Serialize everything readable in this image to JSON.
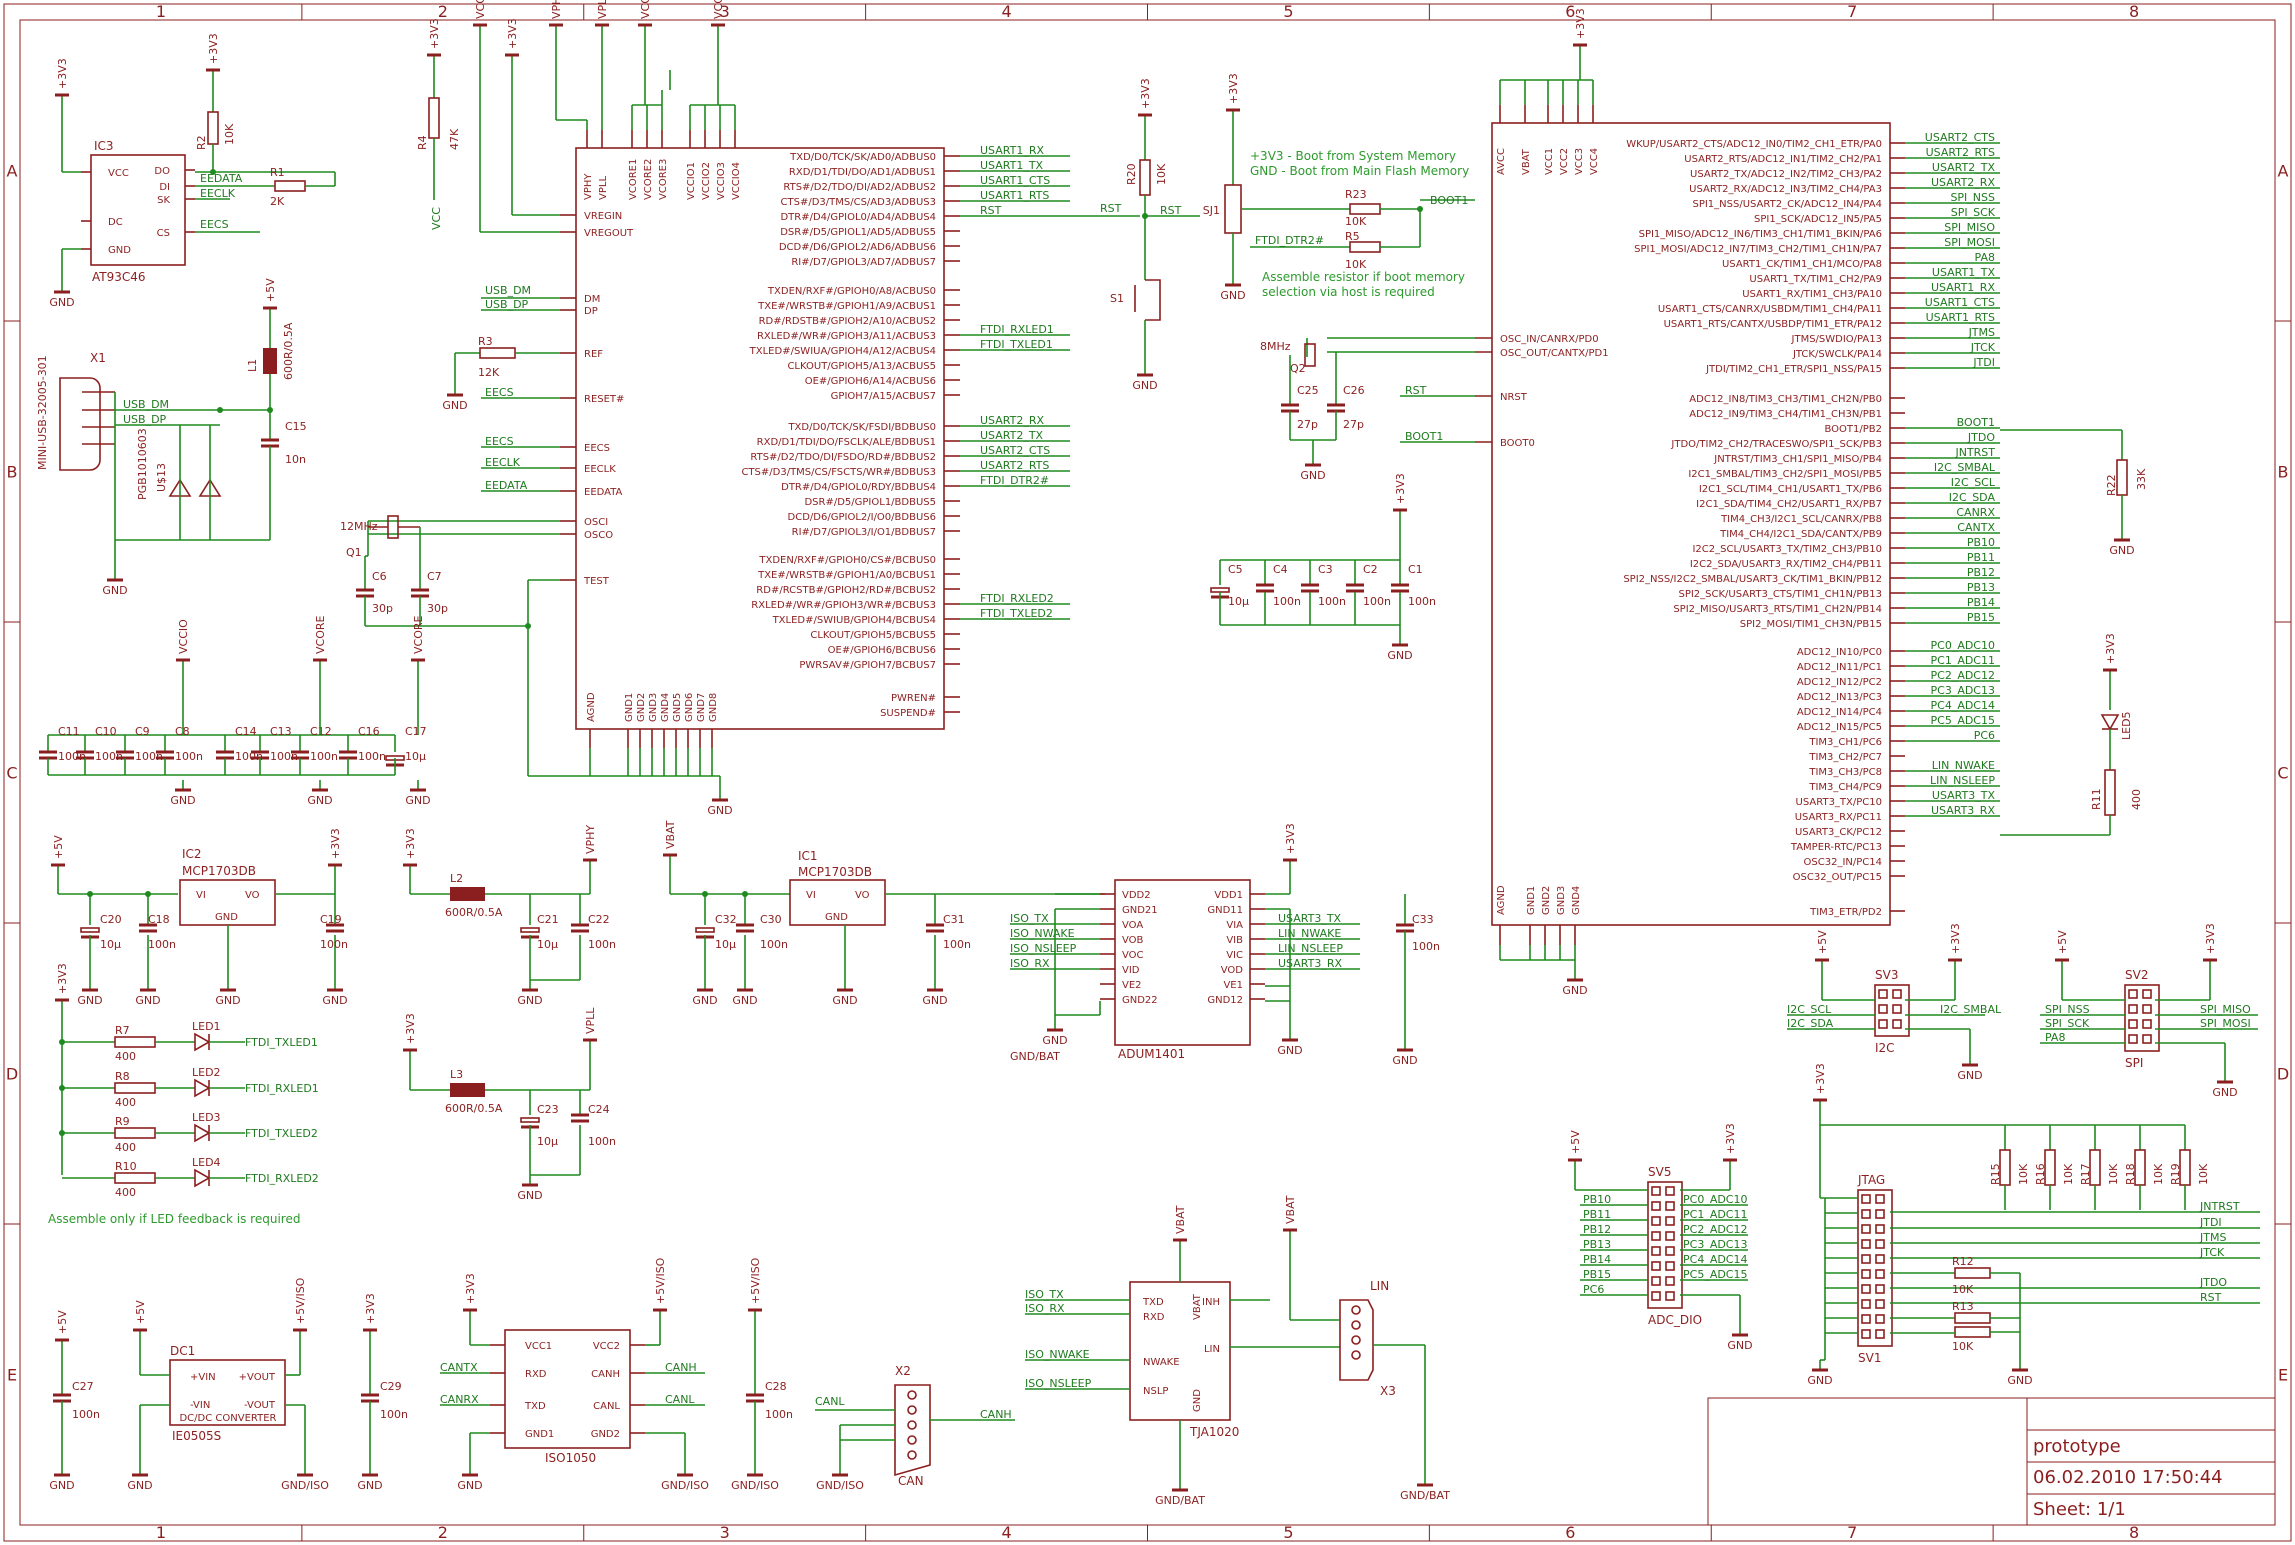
{
  "title_block": {
    "name": "prototype",
    "date": "06.02.2010 17:50:44",
    "sheet": "Sheet: 1/1"
  },
  "frame": {
    "columns": [
      "1",
      "2",
      "3",
      "4",
      "5",
      "6",
      "7",
      "8"
    ],
    "rows": [
      "A",
      "B",
      "C",
      "D",
      "E"
    ]
  },
  "notes": {
    "boot1": "+3V3 - Boot from System Memory",
    "boot2": "GND - Boot from Main Flash Memory",
    "assemble1": "Assemble resistor if boot memory",
    "assemble2": "selection via host is required",
    "led_note": "Assemble only if LED feedback is required"
  },
  "ic3": {
    "name": "IC3",
    "part": "AT93C46",
    "pins_left": [
      "VCC",
      "DC",
      "GND"
    ],
    "pins_right": [
      "DO",
      "DI",
      "SK",
      "CS"
    ],
    "nets": [
      "EEDATA",
      "EECLK",
      "EECS"
    ],
    "r2": "R2",
    "r2v": "10K",
    "r1": "R1",
    "r1v": "2K"
  },
  "usb": {
    "conn": "X1",
    "conn_type": "MINI-USB-32005-301",
    "nets": [
      "USB_DM",
      "USB_DP"
    ],
    "l1": "L1",
    "l1v": "600R/0.5A",
    "c15": "C15",
    "c15v": "10n",
    "tvs": "PGB1010603",
    "u": "U$13"
  },
  "ftdi": {
    "left_pins": [
      "VPHY",
      "VPLL",
      "VCORE1",
      "VCORE2",
      "VCORE3",
      "VCCIO1",
      "VCCIO2",
      "VCCIO3",
      "VCCIO4",
      "VREGIN",
      "VREGOUT",
      "DM",
      "DP",
      "REF",
      "RESET#",
      "EECS",
      "EECLK",
      "EEDATA",
      "OSCI",
      "OSCO",
      "TEST",
      "AGND",
      "GND1",
      "GND2",
      "GND3",
      "GND4",
      "GND5",
      "GND6",
      "GND7",
      "GND8"
    ],
    "right_pins": [
      "TXD/D0/TCK/SK/AD0/ADBUS0",
      "RXD/D1/TDI/DO/AD1/ADBUS1",
      "RTS#/D2/TDO/DI/AD2/ADBUS2",
      "CTS#/D3/TMS/CS/AD3/ADBUS3",
      "DTR#/D4/GPIOL0/AD4/ADBUS4",
      "DSR#/D5/GPIOL1/AD5/ADBUS5",
      "DCD#/D6/GPIOL2/AD6/ADBUS6",
      "RI#/D7/GPIOL3/AD7/ADBUS7",
      "TXDEN/RXF#/GPIOH0/A8/ACBUS0",
      "TXE#/WRSTB#/GPIOH1/A9/ACBUS1",
      "RD#/RDSTB#/GPIOH2/A10/ACBUS2",
      "RXLED#/WR#/GPIOH3/A11/ACBUS3",
      "TXLED#/SWIUA/GPIOH4/A12/ACBUS4",
      "CLKOUT/GPIOH5/A13/ACBUS5",
      "OE#/GPIOH6/A14/ACBUS6",
      "GPIOH7/A15/ACBUS7",
      "TXD/D0/TCK/SK/FSDI/BDBUS0",
      "RXD/D1/TDI/DO/FSCLK/ALE/BDBUS1",
      "RTS#/D2/TDO/DI/FSDO/RD#/BDBUS2",
      "CTS#/D3/TMS/CS/FSCTS/WR#/BDBUS3",
      "DTR#/D4/GPIOL0/RDY/BDBUS4",
      "DSR#/D5/GPIOL1/BDBUS5",
      "DCD/D6/GPIOL2/I/O0/BDBUS6",
      "RI#/D7/GPIOL3/I/O1/BDBUS7",
      "TXDEN/RXF#/GPIOH0/CS#/BCBUS0",
      "TXE#/WRSTB#/GPIOH1/A0/BCBUS1",
      "RD#/RCSTB#/GPIOH2/RD#/BCBUS2",
      "RXLED#/WR#/GPIOH3/WR#/BCBUS3",
      "TXLED#/SWIUB/GPIOH4/BCBUS4",
      "CLKOUT/GPIOH5/BCBUS5",
      "OE#/GPIOH6/BCBUS6",
      "PWRSAV#/GPIOH7/BCBUS7",
      "PWREN#",
      "SUSPEND#"
    ],
    "right_nets": [
      "USART1_RX",
      "USART1_TX",
      "USART1_CTS",
      "USART1_RTS",
      "RST",
      "",
      "",
      "",
      "",
      "",
      "",
      "FTDI_RXLED1",
      "FTDI_TXLED1",
      "",
      "",
      "",
      "USART2_RX",
      "USART2_TX",
      "USART2_CTS",
      "USART2_RTS",
      "FTDI_DTR2#",
      "",
      "",
      "",
      "",
      "",
      "",
      "FTDI_RXLED2",
      "FTDI_TXLED2",
      "",
      "",
      "",
      "",
      ""
    ],
    "r3": "R3",
    "r3v": "12K",
    "r4": "R4",
    "r4v": "47K",
    "q1": "Q1",
    "q1v": "12MHz",
    "c6": "C6",
    "c6v": "30p",
    "c7": "C7",
    "c7v": "30p"
  },
  "stm32": {
    "top_pins": [
      "AVCC",
      "VBAT",
      "VCC1",
      "VCC2",
      "VCC3",
      "VCC4"
    ],
    "left_pins": [
      "OSC_IN/CANRX/PD0",
      "OSC_OUT/CANTX/PD1",
      "NRST",
      "BOOT0"
    ],
    "right_pins": [
      "WKUP/USART2_CTS/ADC12_IN0/TIM2_CH1_ETR/PA0",
      "USART2_RTS/ADC12_IN1/TIM2_CH2/PA1",
      "USART2_TX/ADC12_IN2/TIM2_CH3/PA2",
      "USART2_RX/ADC12_IN3/TIM2_CH4/PA3",
      "SPI1_NSS/USART2_CK/ADC12_IN4/PA4",
      "SPI1_SCK/ADC12_IN5/PA5",
      "SPI1_MISO/ADC12_IN6/TIM3_CH1/TIM1_BKIN/PA6",
      "SPI1_MOSI/ADC12_IN7/TIM3_CH2/TIM1_CH1N/PA7",
      "USART1_CK/TIM1_CH1/MCO/PA8",
      "USART1_TX/TIM1_CH2/PA9",
      "USART1_RX/TIM1_CH3/PA10",
      "USART1_CTS/CANRX/USBDM/TIM1_CH4/PA11",
      "USART1_RTS/CANTX/USBDP/TIM1_ETR/PA12",
      "JTMS/SWDIO/PA13",
      "JTCK/SWCLK/PA14",
      "JTDI/TIM2_CH1_ETR/SPI1_NSS/PA15",
      "ADC12_IN8/TIM3_CH3/TIM1_CH2N/PB0",
      "ADC12_IN9/TIM3_CH4/TIM1_CH3N/PB1",
      "BOOT1/PB2",
      "JTDO/TIM2_CH2/TRACESWO/SPI1_SCK/PB3",
      "JNTRST/TIM3_CH1/SPI1_MISO/PB4",
      "I2C1_SMBAL/TIM3_CH2/SPI1_MOSI/PB5",
      "I2C1_SCL/TIM4_CH1/USART1_TX/PB6",
      "I2C1_SDA/TIM4_CH2/USART1_RX/PB7",
      "TIM4_CH3/I2C1_SCL/CANRX/PB8",
      "TIM4_CH4/I2C1_SDA/CANTX/PB9",
      "I2C2_SCL/USART3_TX/TIM2_CH3/PB10",
      "I2C2_SDA/USART3_RX/TIM2_CH4/PB11",
      "SPI2_NSS/I2C2_SMBAL/USART3_CK/TIM1_BKIN/PB12",
      "SPI2_SCK/USART3_CTS/TIM1_CH1N/PB13",
      "SPI2_MISO/USART3_RTS/TIM1_CH2N/PB14",
      "SPI2_MOSI/TIM1_CH3N/PB15",
      "ADC12_IN10/PC0",
      "ADC12_IN11/PC1",
      "ADC12_IN12/PC2",
      "ADC12_IN13/PC3",
      "ADC12_IN14/PC4",
      "ADC12_IN15/PC5",
      "TIM3_CH1/PC6",
      "TIM3_CH2/PC7",
      "TIM3_CH3/PC8",
      "TIM3_CH4/PC9",
      "USART3_TX/PC10",
      "USART3_RX/PC11",
      "USART3_CK/PC12",
      "TAMPER-RTC/PC13",
      "OSC32_IN/PC14",
      "OSC32_OUT/PC15",
      "TIM3_ETR/PD2"
    ],
    "right_nets": [
      "USART2_CTS",
      "USART2_RTS",
      "USART2_TX",
      "USART2_RX",
      "SPI_NSS",
      "SPI_SCK",
      "SPI_MISO",
      "SPI_MOSI",
      "PA8",
      "USART1_TX",
      "USART1_RX",
      "USART1_CTS",
      "USART1_RTS",
      "JTMS",
      "JTCK",
      "JTDI",
      "",
      "",
      "BOOT1",
      "JTDO",
      "JNTRST",
      "I2C_SMBAL",
      "I2C_SCL",
      "I2C_SDA",
      "CANRX",
      "CANTX",
      "PB10",
      "PB11",
      "PB12",
      "PB13",
      "PB14",
      "PB15",
      "PC0_ADC10",
      "PC1_ADC11",
      "PC2_ADC12",
      "PC3_ADC13",
      "PC4_ADC14",
      "PC5_ADC15",
      "PC6",
      "",
      "LIN_NWAKE",
      "LIN_NSLEEP",
      "USART3_TX",
      "USART3_RX",
      "",
      "",
      "",
      "",
      ""
    ],
    "bottom_pins": [
      "AGND",
      "GND1",
      "GND2",
      "GND3",
      "GND4"
    ],
    "q2": "Q2",
    "q2v": "8MHz",
    "c25": "C25",
    "c25v": "27p",
    "c26": "C26",
    "c26v": "27p",
    "r20": "R20",
    "r20v": "10K",
    "s1": "S1",
    "sj1": "SJ1",
    "r23": "R23",
    "r23v": "10K",
    "r5": "R5",
    "r5v": "10K",
    "r22": "R22",
    "r22v": "33K",
    "r11": "R11",
    "r11v": "400",
    "led5": "LED5"
  },
  "decoupling": {
    "stm": [
      {
        "n": "C5",
        "v": "10µ"
      },
      {
        "n": "C4",
        "v": "100n"
      },
      {
        "n": "C3",
        "v": "100n"
      },
      {
        "n": "C2",
        "v": "100n"
      },
      {
        "n": "C1",
        "v": "100n"
      }
    ],
    "ftdi": [
      {
        "n": "C11",
        "v": "100n"
      },
      {
        "n": "C10",
        "v": "100n"
      },
      {
        "n": "C9",
        "v": "100n"
      },
      {
        "n": "C8",
        "v": "100n"
      },
      {
        "n": "C14",
        "v": "100n"
      },
      {
        "n": "C13",
        "v": "100n"
      },
      {
        "n": "C12",
        "v": "100n"
      },
      {
        "n": "C16",
        "v": "100n"
      },
      {
        "n": "C17",
        "v": "10µ"
      }
    ]
  },
  "regulators": {
    "ic2": "IC2",
    "ic2p": "MCP1703DB",
    "ic1": "IC1",
    "ic1p": "MCP1703DB",
    "pins": [
      "VI",
      "VO",
      "GND"
    ],
    "c20": "C20",
    "c20v": "10µ",
    "c18": "C18",
    "c18v": "100n",
    "c19": "C19",
    "c19v": "100n",
    "c32": "C32",
    "c32v": "10µ",
    "c30": "C30",
    "c30v": "100n",
    "c31": "C31",
    "c31v": "100n",
    "l2": "L2",
    "l2v": "600R/0.5A",
    "c21": "C21",
    "c21v": "10µ",
    "c22": "C22",
    "c22v": "100n",
    "l3": "L3",
    "l3v": "600R/0.5A",
    "c23": "C23",
    "c23v": "10µ",
    "c24": "C24",
    "c24v": "100n"
  },
  "adum": {
    "name": "ADUM1401",
    "left": [
      "VDD2",
      "GND21",
      "VOA",
      "VOB",
      "VOC",
      "VID",
      "VE2",
      "GND22"
    ],
    "right": [
      "VDD1",
      "GND11",
      "VIA",
      "VIB",
      "VIC",
      "VOD",
      "VE1",
      "GND12"
    ],
    "left_nets": [
      "",
      "",
      "ISO_TX",
      "ISO_NWAKE",
      "ISO_NSLEEP",
      "ISO_RX",
      "",
      ""
    ],
    "right_nets": [
      "",
      "",
      "USART3_TX",
      "LIN_NWAKE",
      "LIN_NSLEEP",
      "USART3_RX",
      "",
      ""
    ],
    "c33": "C33",
    "c33v": "100n"
  },
  "leds": [
    {
      "r": "R7",
      "rv": "400",
      "l": "LED1",
      "net": "FTDI_TXLED1"
    },
    {
      "r": "R8",
      "rv": "400",
      "l": "LED2",
      "net": "FTDI_RXLED1"
    },
    {
      "r": "R9",
      "rv": "400",
      "l": "LED3",
      "net": "FTDI_TXLED2"
    },
    {
      "r": "R10",
      "rv": "400",
      "l": "LED4",
      "net": "FTDI_RXLED2"
    }
  ],
  "dcdc": {
    "name": "DC1",
    "part": "IE0505S",
    "type": "DC/DC CONVERTER",
    "pins": [
      "+VIN",
      "-VIN",
      "+VOUT",
      "-VOUT"
    ],
    "c27": "C27",
    "c27v": "100n",
    "c29": "C29",
    "c29v": "100n"
  },
  "iso1050": {
    "name": "ISO1050",
    "left": [
      "VCC1",
      "RXD",
      "TXD",
      "GND1"
    ],
    "right": [
      "VCC2",
      "CANH",
      "CANL",
      "GND2"
    ],
    "nets": [
      "CANTX",
      "CANRX",
      "CANH",
      "CANL"
    ],
    "c28": "C28",
    "c28v": "100n",
    "x2": "X2",
    "x2t": "CAN"
  },
  "tja": {
    "name": "TJA1020",
    "left": [
      "TXD",
      "RXD",
      "NWAKE",
      "NSLP"
    ],
    "right": [
      "INH",
      "LIN"
    ],
    "top": "VBAT",
    "bottom": "GND",
    "nets": [
      "ISO_TX",
      "ISO_RX",
      "ISO_NWAKE",
      "ISO_NSLEEP"
    ],
    "x3": "X3",
    "x3t": "LIN"
  },
  "headers": {
    "sv3": "SV3",
    "sv3t": "I2C",
    "sv3_nets": [
      "I2C_SCL",
      "I2C_SDA",
      "I2C_SMBAL"
    ],
    "sv2": "SV2",
    "sv2t": "SPI",
    "sv2_nets": [
      "SPI_NSS",
      "SPI_SCK",
      "PA8",
      "SPI_MISO",
      "SPI_MOSI"
    ],
    "sv5": "SV5",
    "sv5t": "ADC_DIO",
    "sv5_left": [
      "PB10",
      "PB11",
      "PB12",
      "PB13",
      "PB14",
      "PB15",
      "PC6"
    ],
    "sv5_right": [
      "PC0_ADC10",
      "PC1_ADC11",
      "PC2_ADC12",
      "PC3_ADC13",
      "PC4_ADC14",
      "PC5_ADC15"
    ],
    "sv1": "SV1",
    "sv1t": "JTAG",
    "sv1_nets": [
      "JNTRST",
      "JTDI",
      "JTMS",
      "JTCK",
      "JTDO",
      "RST"
    ],
    "jres": [
      {
        "n": "R15",
        "v": "10K"
      },
      {
        "n": "R16",
        "v": "10K"
      },
      {
        "n": "R17",
        "v": "10K"
      },
      {
        "n": "R18",
        "v": "10K"
      },
      {
        "n": "R19",
        "v": "10K"
      }
    ],
    "r12": "R12",
    "r12v": "10K",
    "r13": "R13",
    "r13v": "10K"
  },
  "power": {
    "v33": "+3V3",
    "v5": "+5V",
    "vcore": "VCORE",
    "vccio": "VCCIO",
    "vphy": "VPHY",
    "vpll": "VPLL",
    "vbat": "VBAT",
    "gnd": "GND",
    "gndbat": "GND/BAT",
    "gndiso": "GND/ISO",
    "v5iso": "+5V/ISO"
  }
}
